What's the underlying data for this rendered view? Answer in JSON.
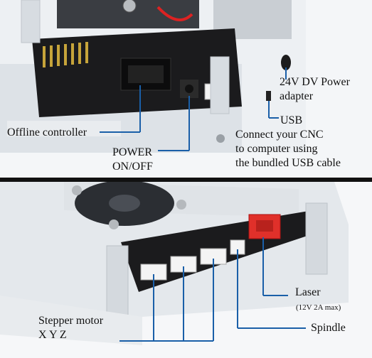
{
  "top_labels": {
    "power_adapter": [
      "24V DV Power",
      "adapter"
    ],
    "usb_title": "USB",
    "usb_desc": [
      "Connect your CNC",
      "to computer using",
      "the bundled USB cable"
    ],
    "offline": "Offline controller",
    "power_switch": [
      "POWER",
      "ON/OFF"
    ]
  },
  "bottom_labels": {
    "laser": "Laser",
    "laser_spec": "(12V 2A max)",
    "spindle": "Spindle",
    "stepper": [
      "Stepper motor",
      "X Y Z"
    ]
  },
  "colors": {
    "leader": "#1a5fa8",
    "board": "#1b1b1d",
    "connector_red": "#e0302a",
    "divider": "#111111"
  }
}
